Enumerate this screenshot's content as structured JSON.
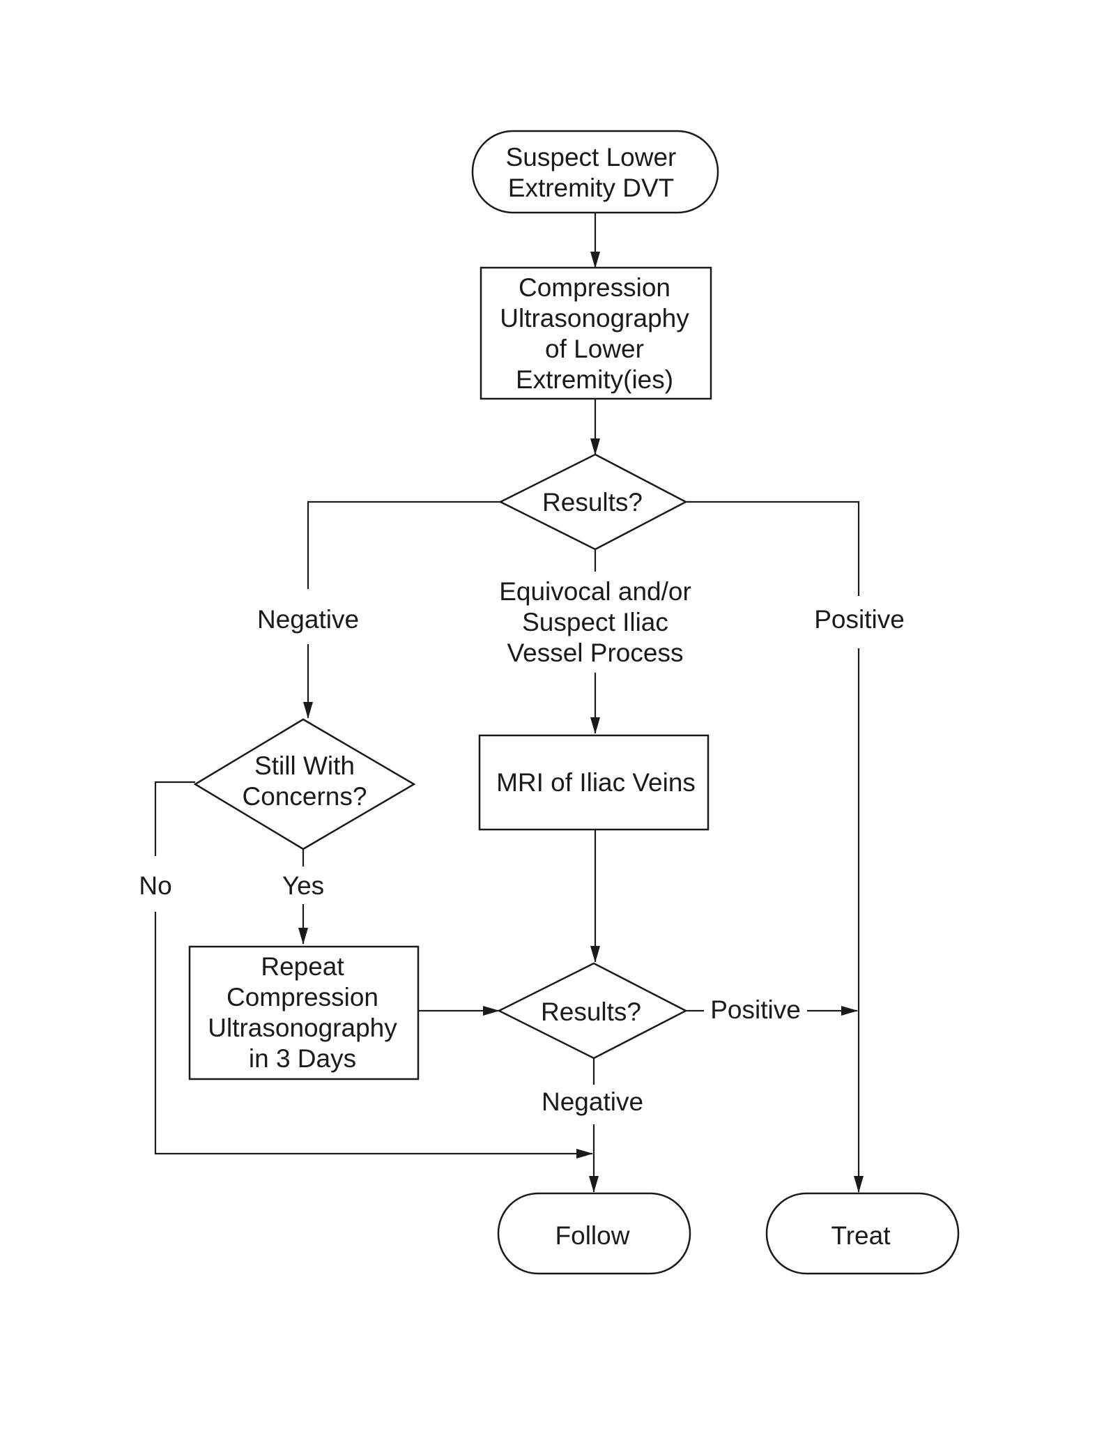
{
  "nodes": {
    "start": {
      "lines": [
        "Suspect Lower",
        "Extremity DVT"
      ]
    },
    "compression_us": {
      "lines": [
        "Compression",
        "Ultrasonography",
        "of Lower",
        "Extremity(ies)"
      ]
    },
    "results_1": {
      "lines": [
        "Results?"
      ]
    },
    "still_concerns": {
      "lines": [
        "Still With",
        "Concerns?"
      ]
    },
    "mri": {
      "lines": [
        "MRI of Iliac Veins"
      ]
    },
    "repeat_us": {
      "lines": [
        "Repeat",
        "Compression",
        "Ultrasonography",
        "in 3 Days"
      ]
    },
    "results_2": {
      "lines": [
        "Results?"
      ]
    },
    "follow": {
      "lines": [
        "Follow"
      ]
    },
    "treat": {
      "lines": [
        "Treat"
      ]
    }
  },
  "edge_labels": {
    "negative_1": {
      "lines": [
        "Negative"
      ]
    },
    "equivocal": {
      "lines": [
        "Equivocal and/or",
        "Suspect Iliac",
        "Vessel Process"
      ]
    },
    "positive_1": {
      "lines": [
        "Positive"
      ]
    },
    "no": {
      "lines": [
        "No"
      ]
    },
    "yes": {
      "lines": [
        "Yes"
      ]
    },
    "positive_2": {
      "lines": [
        "Positive"
      ]
    },
    "negative_2": {
      "lines": [
        "Negative"
      ]
    }
  }
}
